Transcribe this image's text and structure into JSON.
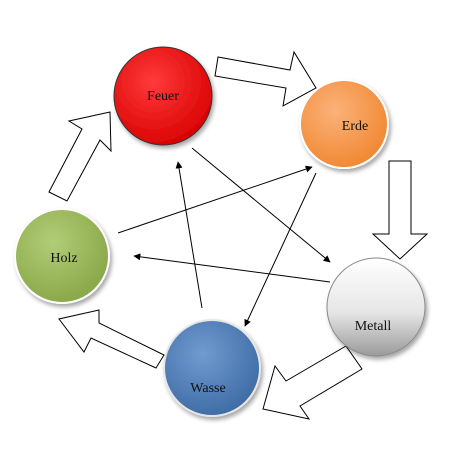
{
  "nodes": {
    "feuer": {
      "label": "Feuer",
      "color": "#ff0000",
      "gradient_light": "#ff3a3a",
      "gradient_dark": "#d80000"
    },
    "erde": {
      "label": "Erde",
      "color": "#f79646",
      "gradient_light": "#fbb27a",
      "gradient_dark": "#f0862e"
    },
    "metall": {
      "label": "Metall",
      "color": "#c8c8c8",
      "gradient_light": "#ffffff",
      "gradient_dark": "#9a9a9a"
    },
    "wasser": {
      "label": "Wasse",
      "color": "#4f81bd",
      "gradient_light": "#6f9bd0",
      "gradient_dark": "#3d6aa3"
    },
    "holz": {
      "label": "Holz",
      "color": "#9bbb59",
      "gradient_light": "#b2cd77",
      "gradient_dark": "#87a646"
    }
  },
  "cycle_arrows": [
    {
      "from": "feuer",
      "to": "erde"
    },
    {
      "from": "erde",
      "to": "metall"
    },
    {
      "from": "metall",
      "to": "wasser"
    },
    {
      "from": "wasser",
      "to": "holz"
    },
    {
      "from": "holz",
      "to": "feuer"
    }
  ],
  "control_arrows": [
    {
      "from": "feuer",
      "to": "metall"
    },
    {
      "from": "metall",
      "to": "holz"
    },
    {
      "from": "holz",
      "to": "erde"
    },
    {
      "from": "erde",
      "to": "wasser"
    },
    {
      "from": "wasser",
      "to": "feuer"
    }
  ]
}
